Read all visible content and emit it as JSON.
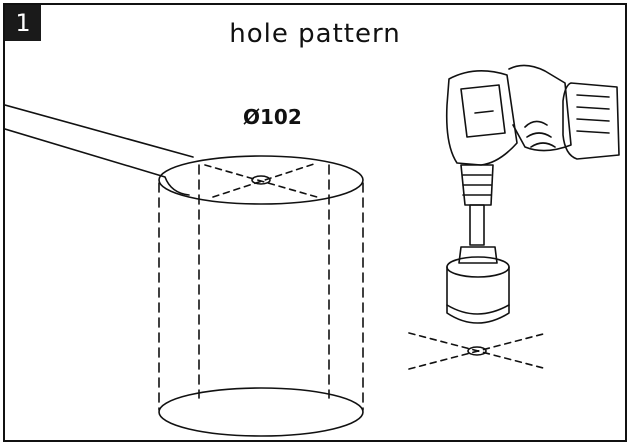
{
  "step": {
    "number": "1",
    "title": "hole pattern"
  },
  "annotation": {
    "diameter_label": "Ø102"
  },
  "icons": [
    "cylinder-outline",
    "cordless-drill",
    "hole-saw",
    "center-mark"
  ]
}
